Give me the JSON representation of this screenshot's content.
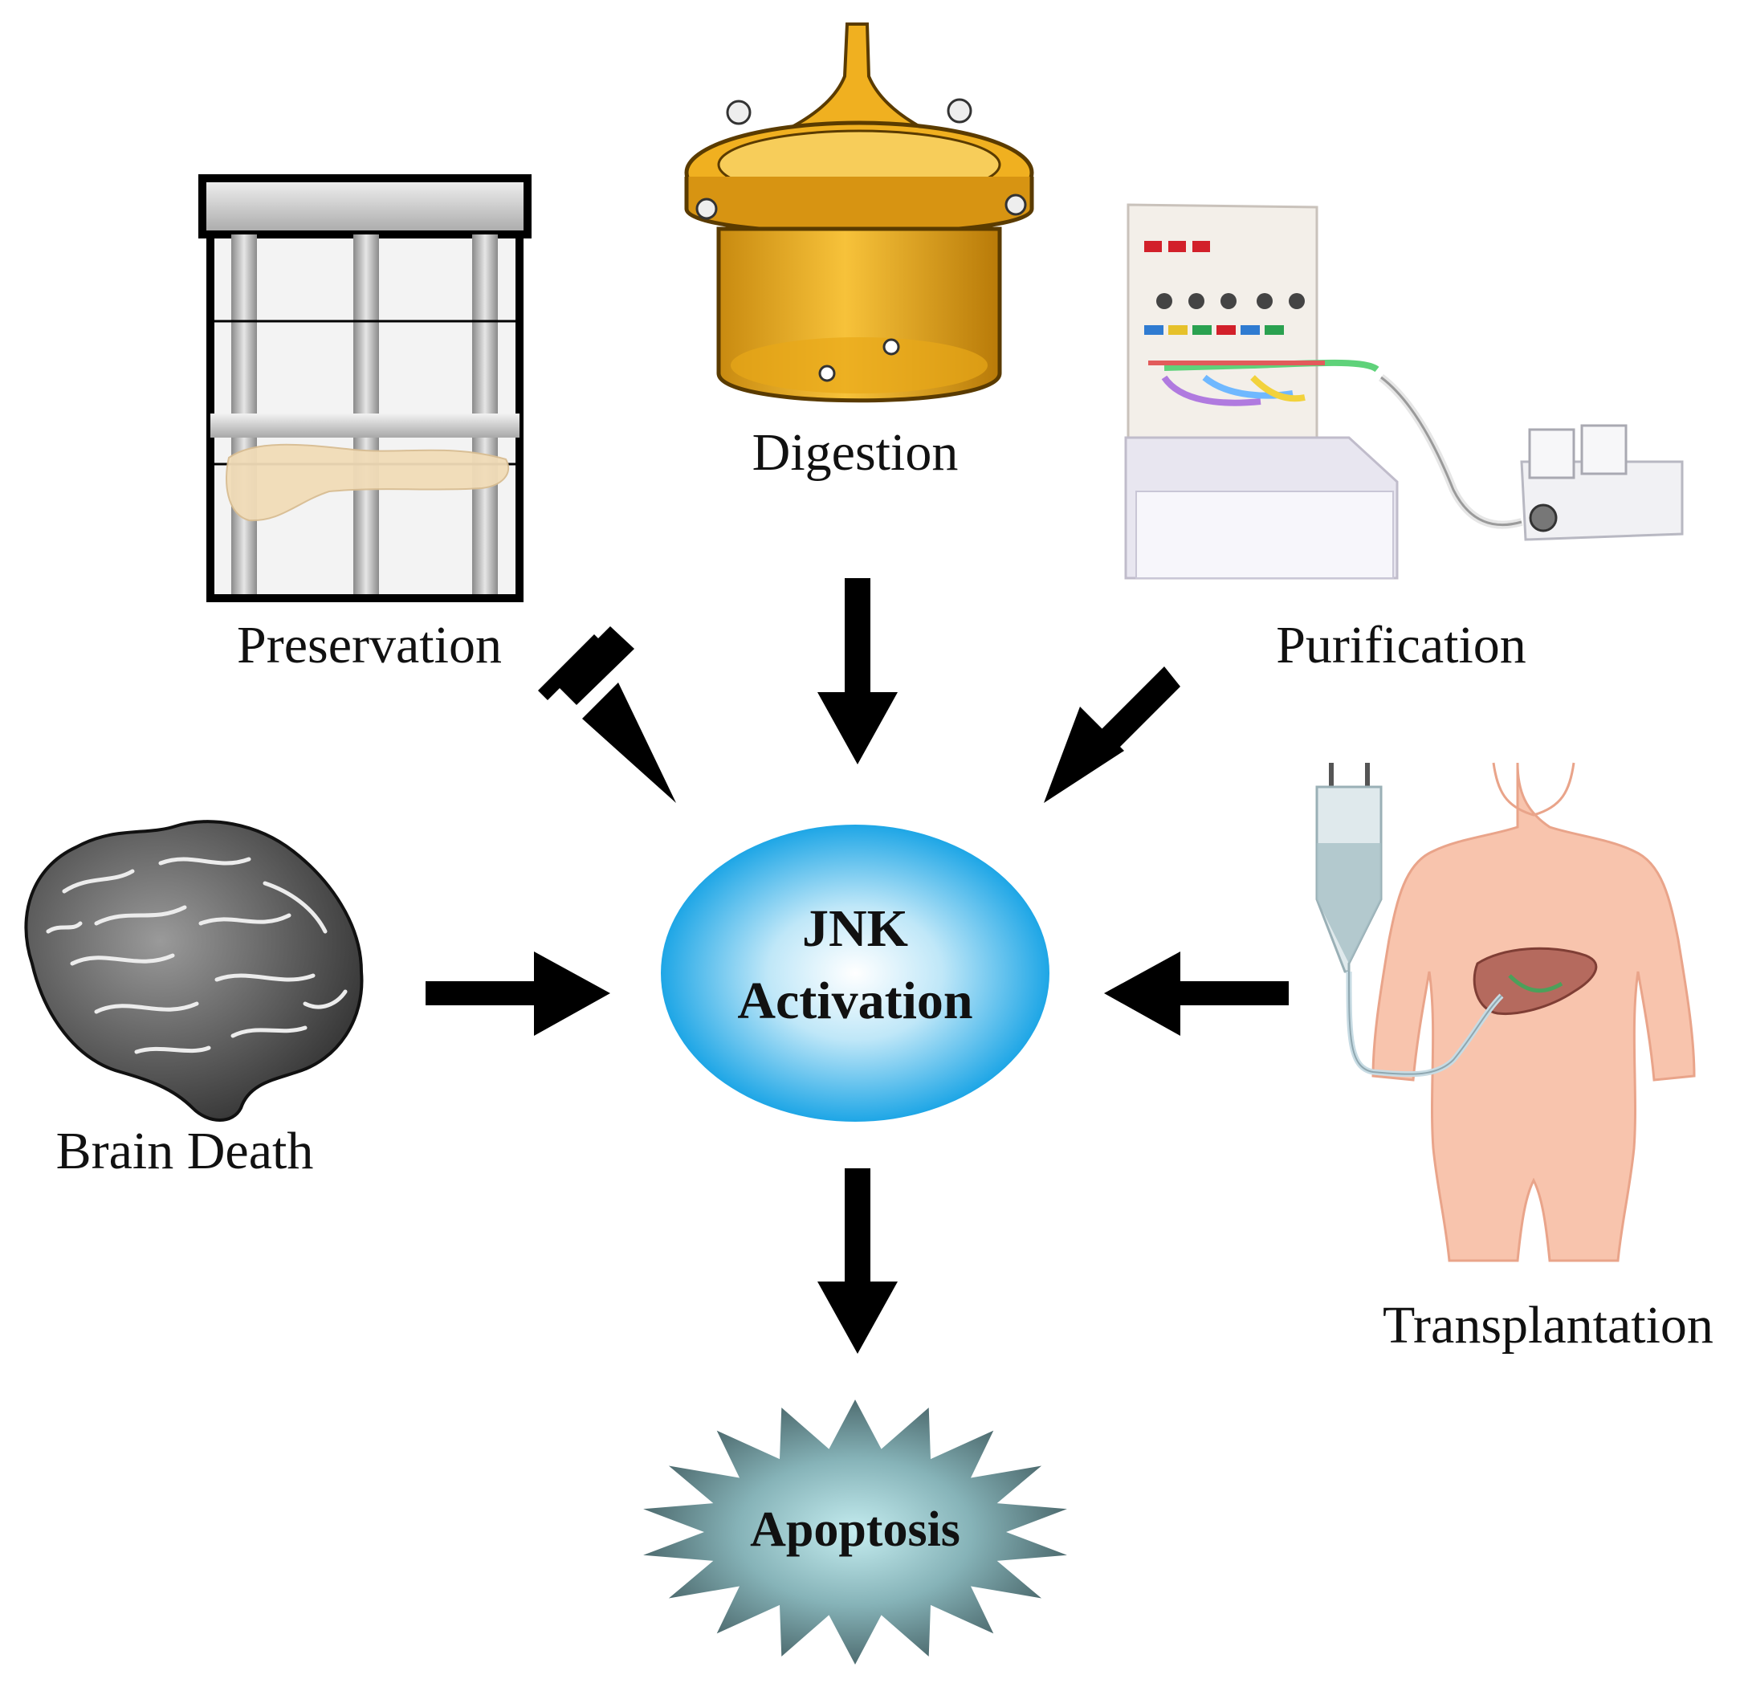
{
  "labels": {
    "preservation": "Preservation",
    "digestion": "Digestion",
    "purification": "Purification",
    "brain_death": "Brain Death",
    "transplantation": "Transplantation"
  },
  "center": {
    "line1": "JNK",
    "line2": "Activation"
  },
  "outcome": "Apoptosis",
  "icons": [
    "preservation-chamber-icon",
    "digestion-chamber-icon",
    "purification-machine-icon",
    "brain-icon",
    "human-torso-icon",
    "iv-bag-icon",
    "liver-icon"
  ],
  "colors": {
    "arrow": "#000000",
    "ellipse_center": "#ffffff",
    "ellipse_edge": "#1ea6e6",
    "starburst_center": "#b9e6ea",
    "starburst_edge": "#4f6d71",
    "chamber_amber": "#f0b020",
    "skin": "#f8c4ad"
  }
}
